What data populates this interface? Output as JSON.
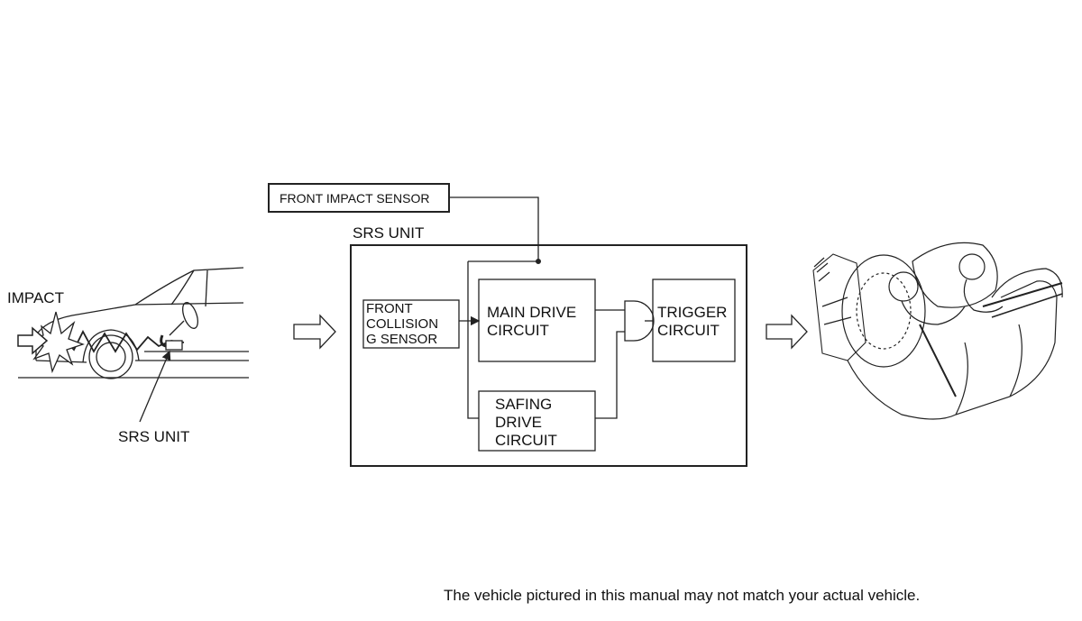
{
  "car_illustration": {
    "impact_label": "IMPACT",
    "srs_unit_label": "SRS UNIT"
  },
  "block_diagram": {
    "front_impact_sensor": "FRONT IMPACT SENSOR",
    "srs_unit_title": "SRS UNIT",
    "front_collision_sensor": [
      "FRONT",
      "COLLISION",
      "G SENSOR"
    ],
    "main_drive_circuit": [
      "MAIN DRIVE",
      "CIRCUIT"
    ],
    "safing_drive_circuit": [
      "SAFING",
      "DRIVE",
      "CIRCUIT"
    ],
    "trigger_circuit": [
      "TRIGGER",
      "CIRCUIT"
    ]
  },
  "footer": {
    "disclaimer": "The vehicle pictured in this manual may not match your actual vehicle."
  },
  "colors": {
    "line": "#222222",
    "background": "#ffffff"
  }
}
